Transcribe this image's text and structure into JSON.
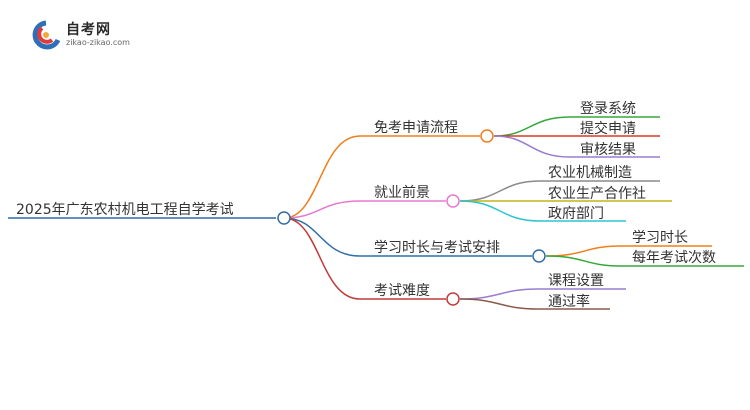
{
  "logo": {
    "brand": "自考网",
    "url": "zikao-zikao.com"
  },
  "mindmap": {
    "root": "2025年广东农村机电工程自学考试",
    "branches": [
      {
        "label": "免考申请流程",
        "color": "#f07e1a",
        "children": [
          {
            "label": "登录系统",
            "color": "#35a83a"
          },
          {
            "label": "提交申请",
            "color": "#d63a2a"
          },
          {
            "label": "审核结果",
            "color": "#9a7bd0"
          }
        ]
      },
      {
        "label": "就业前景",
        "color": "#e67ad0",
        "children": [
          {
            "label": "农业机械制造",
            "color": "#8a8a8a"
          },
          {
            "label": "农业生产合作社",
            "color": "#c2b417"
          },
          {
            "label": "政府部门",
            "color": "#2ec4cf"
          }
        ]
      },
      {
        "label": "学习时长与考试安排",
        "color": "#2f6ea6",
        "children": [
          {
            "label": "学习时长",
            "color": "#f07e1a"
          },
          {
            "label": "每年考试次数",
            "color": "#35a83a"
          }
        ]
      },
      {
        "label": "考试难度",
        "color": "#c23b3b",
        "children": [
          {
            "label": "课程设置",
            "color": "#9a7bd0"
          },
          {
            "label": "通过率",
            "color": "#8b5a4a"
          }
        ]
      }
    ]
  }
}
